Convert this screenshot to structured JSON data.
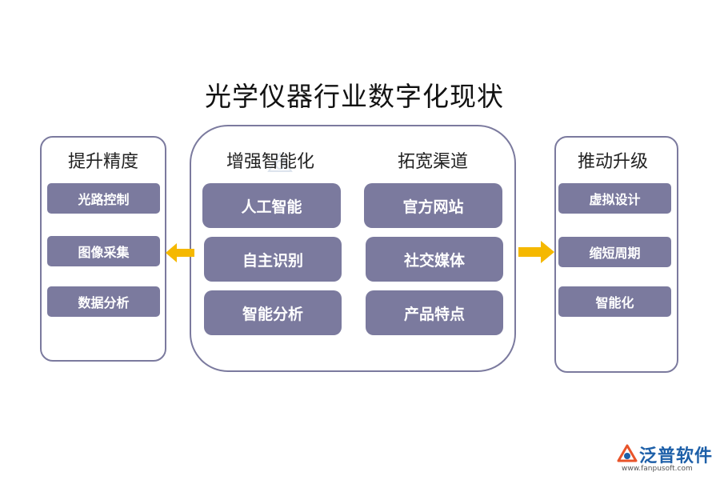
{
  "title": "光学仪器行业数字化现状",
  "left": {
    "heading": "提升精度",
    "items": [
      "光路控制",
      "图像采集",
      "数据分析"
    ]
  },
  "center": {
    "col1": {
      "heading": "增强智能化",
      "items": [
        "人工智能",
        "自主识别",
        "智能分析"
      ]
    },
    "col2": {
      "heading": "拓宽渠道",
      "items": [
        "官方网站",
        "社交媒体",
        "产品特点"
      ]
    }
  },
  "right": {
    "heading": "推动升级",
    "items": [
      "虚拟设计",
      "缩短周期",
      "智能化"
    ]
  },
  "brand": {
    "name": "泛普软件",
    "url": "www.fanpusoft.com"
  },
  "colors": {
    "box": "#7b7a9e",
    "border": "#7b7a9e",
    "arrow": "#f5b800",
    "brand": "#1d5fa8",
    "brand_accent": "#e8542a"
  }
}
